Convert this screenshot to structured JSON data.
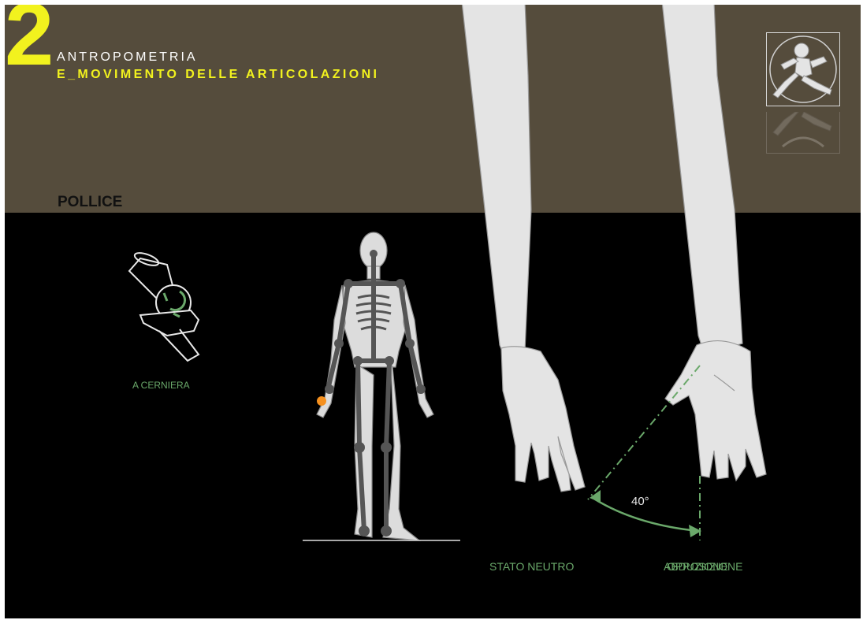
{
  "header": {
    "chapter_number": "2",
    "kicker": "ANTROPOMETRIA",
    "subtitle": "E_MOVIMENTO DELLE ARTICOLAZIONI",
    "logo_icon": "running-figure-icon"
  },
  "section": {
    "title": "POLLICE"
  },
  "joint": {
    "caption": "A CERNIERA",
    "icon": "hinge-joint-icon"
  },
  "figure": {
    "icon": "human-skeleton-figure",
    "highlight_joint": "thumb"
  },
  "hands": {
    "neutral_caption": "STATO NEUTRO",
    "abduction_caption": "ABDUZIONE",
    "opposition_caption": "OPPOSIZIONE",
    "angle_label": "40°"
  },
  "colors": {
    "header_bg": "#554c3c",
    "accent_yellow": "#f2f21e",
    "caption_green": "#6aa86a",
    "highlight_orange": "#f5901e"
  }
}
